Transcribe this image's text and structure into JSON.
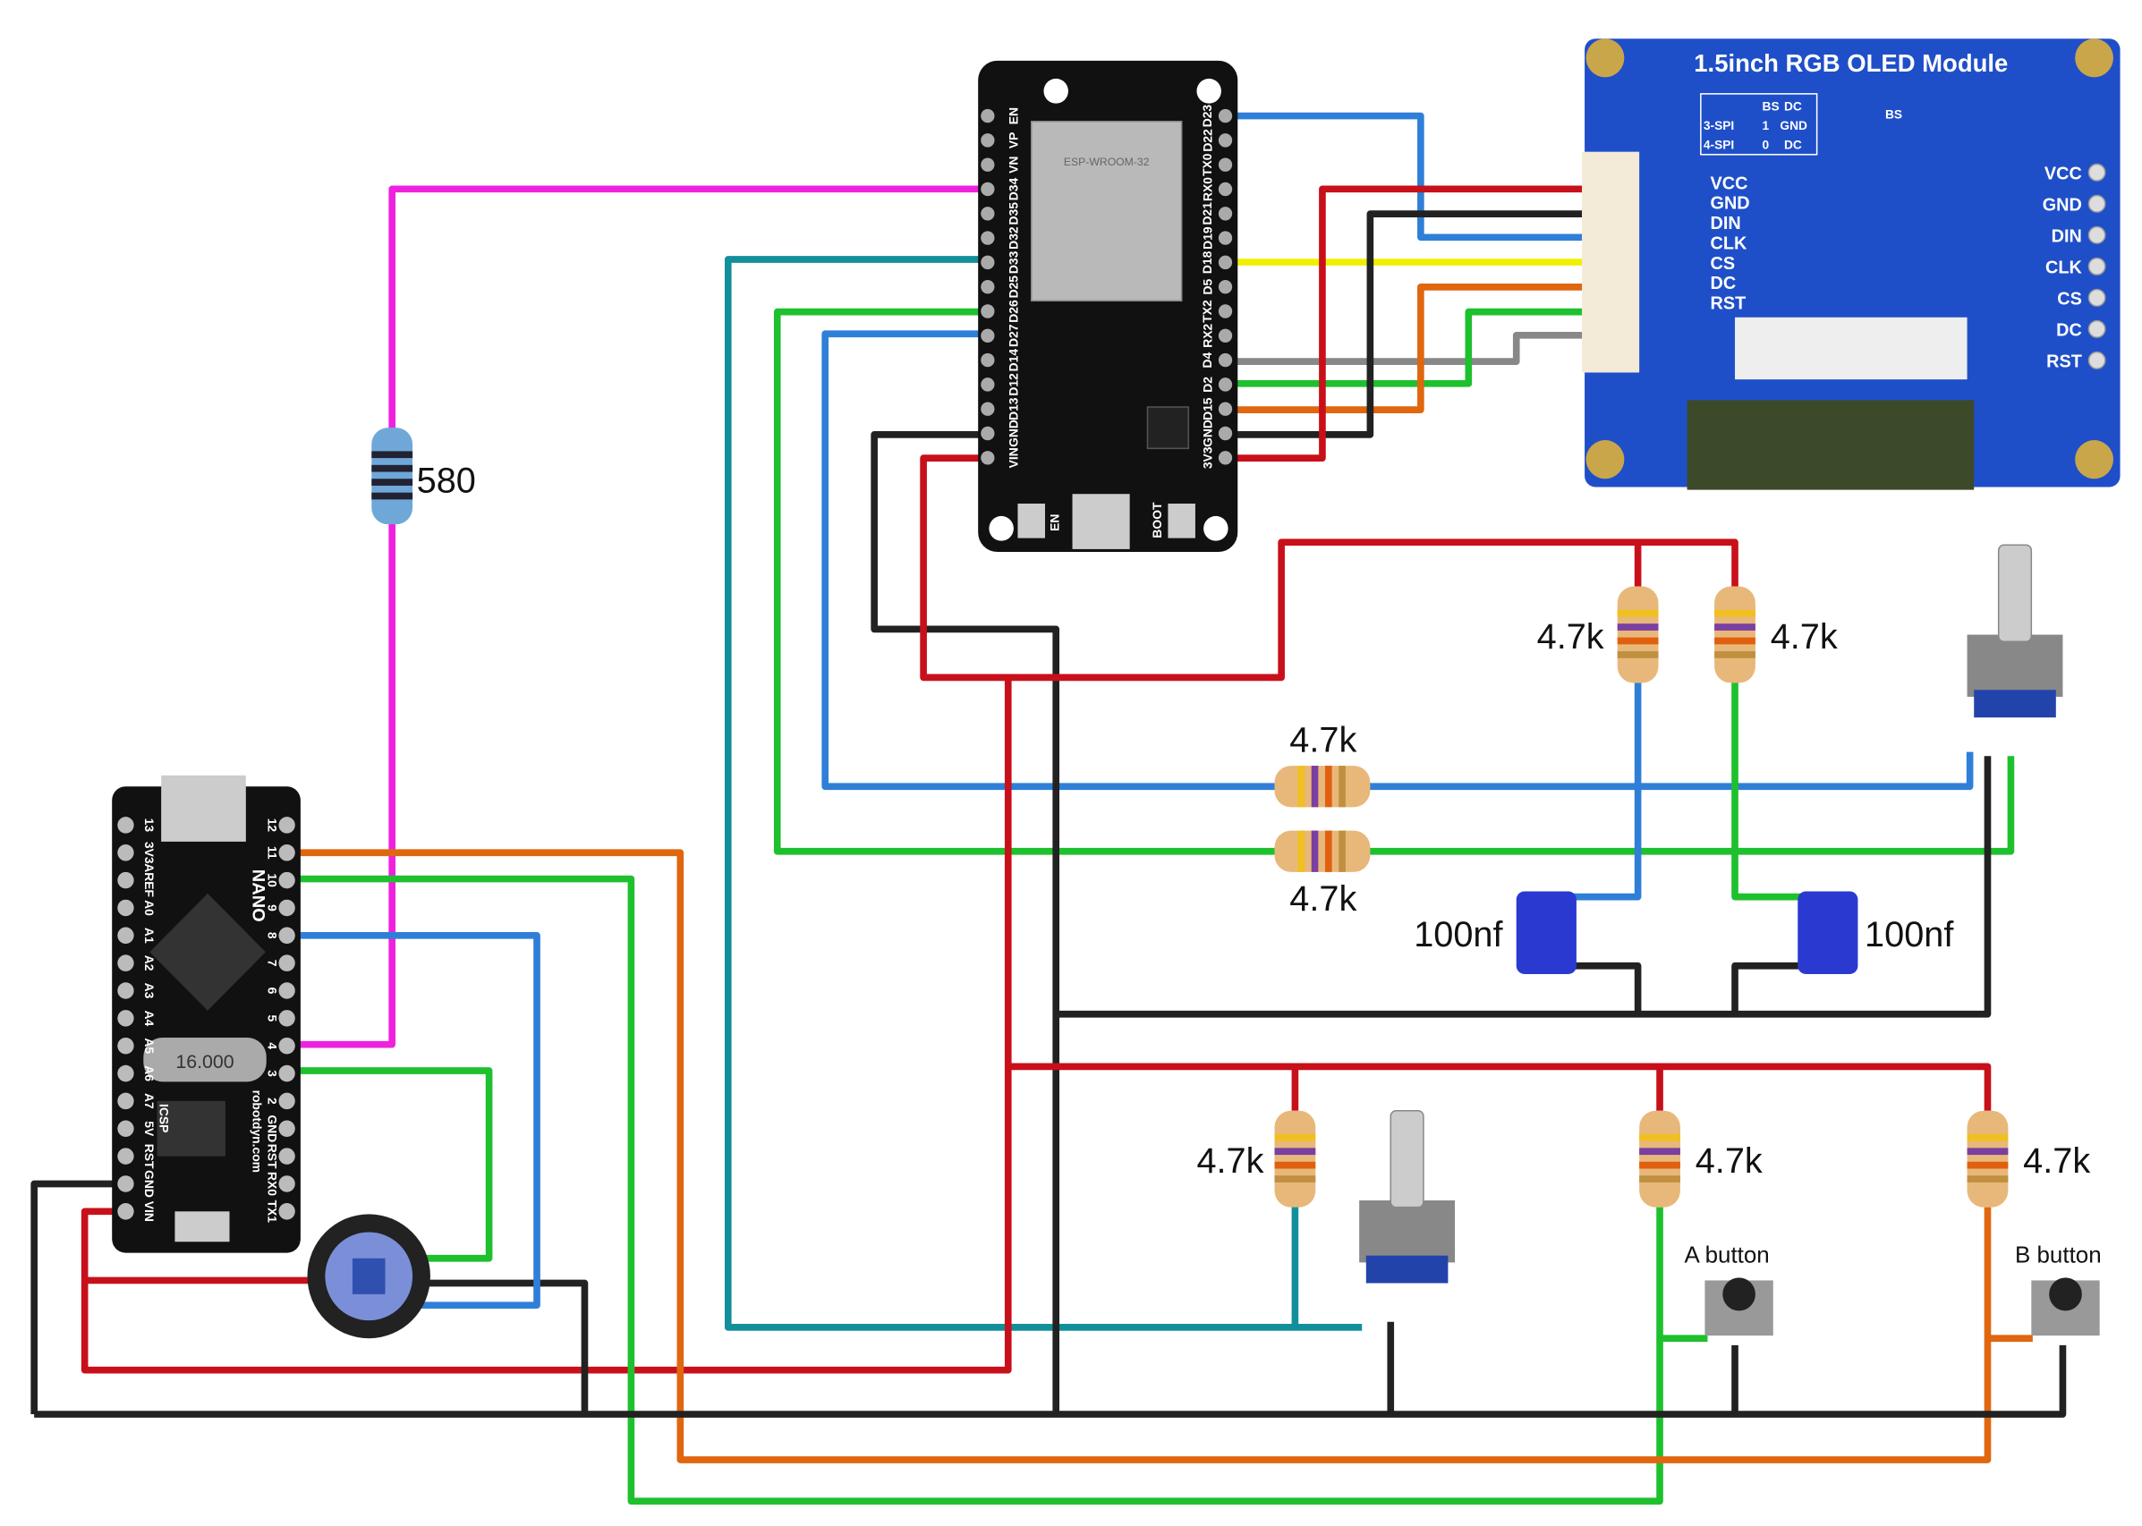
{
  "colors": {
    "red": "#c8101a",
    "black": "#222222",
    "blue": "#2f7fd8",
    "green": "#1ec02e",
    "orange": "#e0660f",
    "yellow": "#f0f000",
    "gray": "#888888",
    "teal": "#138f9c",
    "pink": "#ee22dd",
    "pcb_blue": "#1f4fc8",
    "pcb_black": "#111111"
  },
  "labels": {
    "r_pink": "580",
    "r1": "4.7k",
    "r2": "4.7k",
    "r3": "4.7k",
    "r4": "4.7k",
    "r5": "4.7k",
    "r6": "4.7k",
    "r7": "4.7k",
    "c1": "100nf",
    "c2": "100nf",
    "a_button": "A button",
    "b_button": "B button"
  },
  "oled": {
    "title": "1.5inch RGB OLED Module",
    "table": {
      "h1": "BS",
      "h2": "DC",
      "r1a": "3-SPI",
      "r1b": "1",
      "r1c": "GND",
      "r2a": "4-SPI",
      "r2b": "0",
      "r2c": "DC"
    },
    "bs": "BS",
    "connector_pins": [
      "VCC",
      "GND",
      "DIN",
      "CLK",
      "CS",
      "DC",
      "RST"
    ],
    "header_pins": [
      "VCC",
      "GND",
      "DIN",
      "CLK",
      "CS",
      "DC",
      "RST"
    ]
  },
  "esp32": {
    "module": "ESP-WROOM-32",
    "left_pins": [
      "EN",
      "VP",
      "VN",
      "D34",
      "D35",
      "D32",
      "D33",
      "D25",
      "D26",
      "D27",
      "D14",
      "D12",
      "D13",
      "GND",
      "VIN"
    ],
    "right_pins": [
      "D23",
      "D22",
      "TX0",
      "RX0",
      "D21",
      "D19",
      "D18",
      "D5",
      "TX2",
      "RX2",
      "D4",
      "D2",
      "D15",
      "GND",
      "3V3"
    ],
    "btn_en": "EN",
    "btn_boot": "BOOT"
  },
  "nano": {
    "name": "NANO",
    "crystal": "16.000",
    "left_pins": [
      "13",
      "3V3",
      "AREF",
      "A0",
      "A1",
      "A2",
      "A3",
      "A4",
      "A5",
      "A6",
      "A7",
      "5V",
      "RST",
      "GND",
      "VIN"
    ],
    "right_pins": [
      "12",
      "11",
      "10",
      "9",
      "8",
      "7",
      "6",
      "5",
      "4",
      "3",
      "2",
      "GND",
      "RST",
      "RX0",
      "TX1"
    ],
    "icsp": "ICSP",
    "maker": "robotdyn.com"
  }
}
